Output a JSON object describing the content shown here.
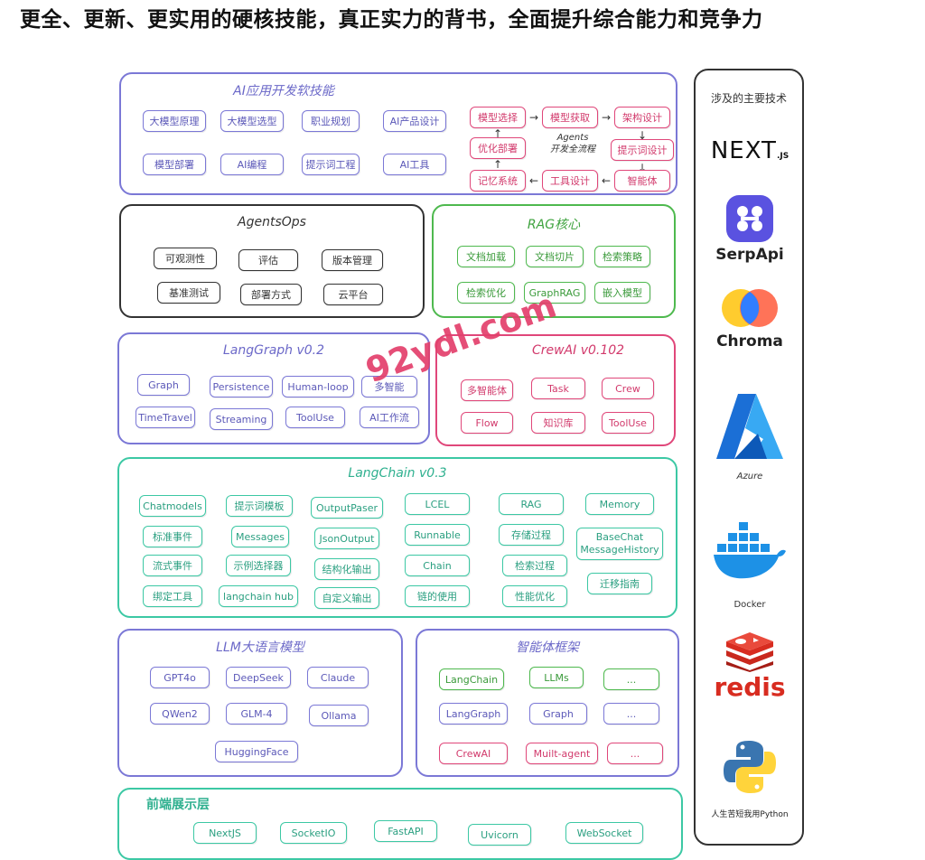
{
  "headline": "更全、更新、更实用的硬核技能，真正实力的背书，全面提升综合能力和竞争力",
  "colors": {
    "purple": "#7b78d6",
    "black": "#333333",
    "green": "#4eb94e",
    "pink": "#e0477a",
    "teal": "#3cc8a4"
  },
  "ai_dev": {
    "title": "AI应用开发软技能",
    "skills": [
      "大模型原理",
      "大模型选型",
      "职业规划",
      "AI产品设计",
      "模型部署",
      "AI编程",
      "提示词工程",
      "AI工具"
    ],
    "flow": {
      "center_line1": "Agents",
      "center_line2": "开发全流程",
      "steps": [
        "模型选择",
        "模型获取",
        "架构设计",
        "提示词设计",
        "智能体",
        "工具设计",
        "记忆系统",
        "优化部署"
      ]
    }
  },
  "agentsops": {
    "title": "AgentsOps",
    "items": [
      "可观测性",
      "评估",
      "版本管理",
      "基准测试",
      "部署方式",
      "云平台"
    ]
  },
  "rag": {
    "title": "RAG核心",
    "items": [
      "文档加载",
      "文档切片",
      "检索策略",
      "检索优化",
      "GraphRAG",
      "嵌入模型"
    ]
  },
  "langgraph": {
    "title": "LangGraph v0.2",
    "items": [
      "Graph",
      "Persistence",
      "Human-loop",
      "多智能",
      "TimeTravel",
      "Streaming",
      "ToolUse",
      "AI工作流"
    ]
  },
  "crewai": {
    "title": "CrewAI v0.102",
    "items": [
      "多智能体",
      "Task",
      "Crew",
      "Flow",
      "知识库",
      "ToolUse"
    ]
  },
  "watermark": "92ydl.com",
  "langchain": {
    "title": "LangChain v0.3",
    "col1": [
      "Chatmodels",
      "标准事件",
      "流式事件",
      "绑定工具"
    ],
    "col2": [
      "提示词模板",
      "Messages",
      "示例选择器",
      "langchain hub"
    ],
    "col3": [
      "OutputPaser",
      "JsonOutput",
      "结构化输出",
      "自定义输出"
    ],
    "col4": [
      "LCEL",
      "Runnable",
      "Chain",
      "链的使用"
    ],
    "col5": [
      "RAG",
      "存储过程",
      "检索过程",
      "性能优化"
    ],
    "col6": [
      "Memory",
      "BaseChat MessageHistory",
      "迁移指南"
    ]
  },
  "llm": {
    "title": "LLM大语言模型",
    "items": [
      "GPT4o",
      "DeepSeek",
      "Claude",
      "QWen2",
      "GLM-4",
      "Ollama",
      "HuggingFace"
    ]
  },
  "agent_framework": {
    "title": "智能体框架",
    "items": [
      "LangChain",
      "LLMs",
      "...",
      "LangGraph",
      "Graph",
      "...",
      "CrewAI",
      "Muilt-agent",
      "..."
    ]
  },
  "frontend": {
    "title": "前端展示层",
    "items": [
      "NextJS",
      "SocketIO",
      "FastAPI",
      "Uvicorn",
      "WebSocket"
    ]
  },
  "tech": {
    "title": "涉及的主要技术",
    "nextjs": "NEXT",
    "nextjs_sub": ".JS",
    "serpapi": "SerpApi",
    "chroma": "Chroma",
    "azure": "Azure",
    "docker": "Docker",
    "redis": "redis",
    "python": "人生苦短我用Python"
  }
}
